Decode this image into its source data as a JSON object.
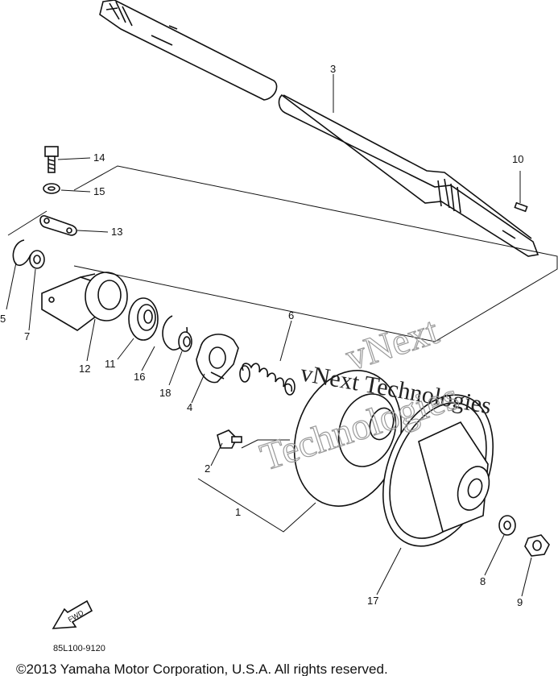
{
  "diagram": {
    "callouts": [
      {
        "id": "c1",
        "label": "1",
        "part": "secondary-sheave-assembly"
      },
      {
        "id": "c2",
        "label": "2",
        "part": "bolt"
      },
      {
        "id": "c3",
        "label": "3",
        "part": "secondary-shaft"
      },
      {
        "id": "c4",
        "label": "4",
        "part": "cam"
      },
      {
        "id": "c5",
        "label": "5",
        "part": "circlip"
      },
      {
        "id": "c6",
        "label": "6",
        "part": "spring"
      },
      {
        "id": "c7",
        "label": "7",
        "part": "washer"
      },
      {
        "id": "c8",
        "label": "8",
        "part": "washer"
      },
      {
        "id": "c9",
        "label": "9",
        "part": "nut"
      },
      {
        "id": "c10",
        "label": "10",
        "part": "key"
      },
      {
        "id": "c11",
        "label": "11",
        "part": "bearing"
      },
      {
        "id": "c12",
        "label": "12",
        "part": "bearing-housing"
      },
      {
        "id": "c13",
        "label": "13",
        "part": "plate"
      },
      {
        "id": "c14",
        "label": "14",
        "part": "bolt"
      },
      {
        "id": "c15",
        "label": "15",
        "part": "washer"
      },
      {
        "id": "c16",
        "label": "16",
        "part": "circlip"
      },
      {
        "id": "c17",
        "label": "17",
        "part": "sheave"
      },
      {
        "id": "c18",
        "label": "18",
        "part": "collar"
      }
    ],
    "fwd_label": "FWD",
    "part_code": "85L100-9120"
  },
  "watermark": {
    "text_small": "vNext Technologies",
    "text_line1": "vNext",
    "text_line2": "Technologies"
  },
  "footer": {
    "copyright": "©2013 Yamaha Motor Corporation, U.S.A. All rights reserved."
  }
}
